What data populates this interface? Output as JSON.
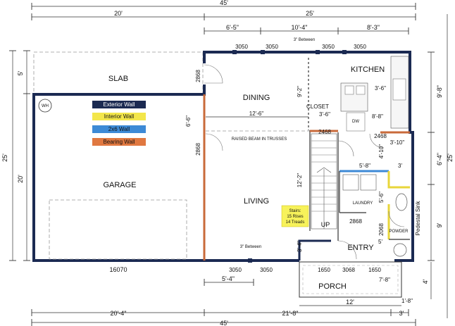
{
  "dimensions": {
    "top_overall": "45'",
    "top_left": "20'",
    "top_right": "25'",
    "top_inner_a": "6'-5\"",
    "top_inner_b": "10'-4\"",
    "top_inner_c": "8'-3\"",
    "between_top": "3\" Between",
    "between_bottom": "3\" Between",
    "left_overall": "25'",
    "left_slab": "5'",
    "left_garage": "20'",
    "bottom_overall": "45'",
    "bottom_left": "20'-4\"",
    "bottom_right": "21'-8\"",
    "bottom_5_4": "5'-4\"",
    "bottom_12": "12'",
    "bottom_3": "3'",
    "right_9_8": "9'-8\"",
    "right_6_4": "6'-4\"",
    "right_9": "9'",
    "right_4": "4'",
    "right_25": "25'",
    "dim_6_6": "6'-6\"",
    "dim_12_6": "12'-6\"",
    "dim_9_2": "9'-2\"",
    "dim_3_6_closet": "3'-6\"",
    "dim_3_6_kitchen": "3'-6\"",
    "dim_8_8": "8'-8\"",
    "dim_4_10": "4'-10\"",
    "dim_3_10": "3'-10\"",
    "dim_3": "3'",
    "dim_5_8": "5'-8\"",
    "dim_5_6": "5'-6\"",
    "dim_5": "5'",
    "dim_12_2": "12'-2\"",
    "dim_3_4": "3'-4\"",
    "dim_7_8": "7'-8\"",
    "dim_1_8": "1'-8\""
  },
  "windows": {
    "w1": "3050",
    "w2": "3050",
    "w3": "3050",
    "w4": "3050",
    "w5": "3050",
    "w6": "3050",
    "garage_door": "16070",
    "entry_left": "1650",
    "entry_door": "3068",
    "entry_right": "1650"
  },
  "doors": {
    "d_slab": "2868",
    "d_garage": "2868",
    "d_closet": "2468",
    "d_kitchen": "2468",
    "d_powder_a": "2868",
    "d_powder_b": "2068"
  },
  "rooms": {
    "slab": "SLAB",
    "garage": "GARAGE",
    "dining": "DINING",
    "living": "LIVING",
    "kitchen": "KITCHEN",
    "closet": "CLOSET",
    "laundry": "LAUNDRY",
    "powder": "POWDER",
    "entry": "ENTRY",
    "porch": "PORCH",
    "up": "UP",
    "wh": "WH",
    "dw": "DW"
  },
  "notes": {
    "raised_beam": "RAISED BEAM IN TRUSSES",
    "stairs_1": "Stairs:",
    "stairs_2": "15 Rises",
    "stairs_3": "14 Treads",
    "pedestal_sink": "Pedestal Sink"
  },
  "legend": {
    "items": [
      {
        "label": "Exterior Wall",
        "color": "#1b2a52"
      },
      {
        "label": "Interior Wall",
        "color": "#f3e64a"
      },
      {
        "label": "2x6 Wall",
        "color": "#3d8ad6"
      },
      {
        "label": "Bearing Wall",
        "color": "#e07840"
      }
    ]
  }
}
